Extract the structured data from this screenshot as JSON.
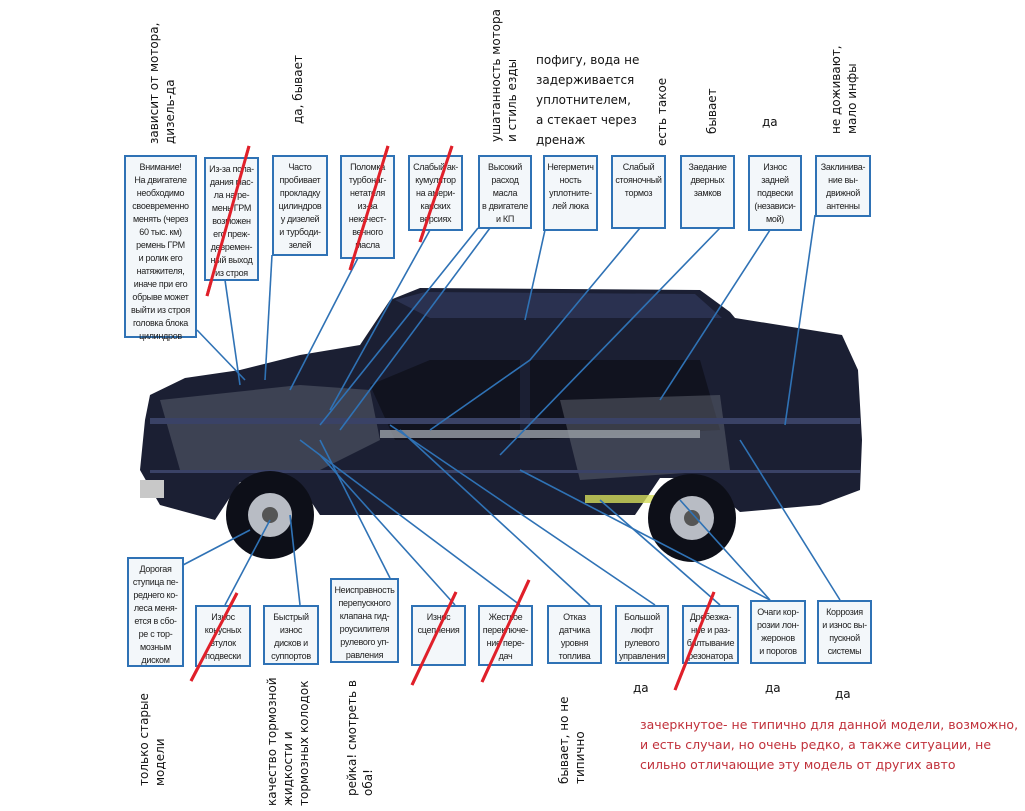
{
  "top_boxes": [
    {
      "text": "Внимание!\nНа двигателе\nнеобходимо\nсвоевременно\nменять (через\n60 тыс. км)\nремень ГРМ\nи ролик его\nнатяжителя,\nиначе при его\nобрыве может\nвыйти из строя\nголовка блока\nцилиндров",
      "struck": false
    },
    {
      "text": "Из-за попа-\nдания мас-\nла на ре-\nмень ГРМ\nвозможен\nего преж-\nдевремен-\nный выход\nиз строя",
      "struck": true
    },
    {
      "text": "Часто\nпробивает\nпрокладку\nцилиндров\nу дизелей\nи турбоди-\nзелей",
      "struck": false
    },
    {
      "text": "Поломка\nтурбонаг-\nнетателя\nиз-за\nнекачест-\nвенного\nмасла",
      "struck": true
    },
    {
      "text": "Слабый ак-\nкумулятор\nна амери-\nканских\nверсиях",
      "struck": true
    },
    {
      "text": "Высокий\nрасход\nмасла\nв двигателе\nи КП",
      "struck": false
    },
    {
      "text": "Негерметич\nность\nуплотните-\nлей люка",
      "struck": false
    },
    {
      "text": "Слабый\nстояночный\nтормоз",
      "struck": false
    },
    {
      "text": "Заедание\nдверных\nзамков",
      "struck": false
    },
    {
      "text": "Износ\nзадней\nподвески\n(независи-\nмой)",
      "struck": false
    },
    {
      "text": "Заклинива-\nние вы-\nдвижной\nантенны",
      "struck": false
    }
  ],
  "bottom_boxes": [
    {
      "text": "Дорогая\nступица пе-\nреднего ко-\nлеса меня-\nется в сбо-\nре с тор-\nмозным\nдиском",
      "struck": false
    },
    {
      "text": "Износ\nконусных\nвтулок\nподвески",
      "struck": true
    },
    {
      "text": "Быстрый\nизнос\nдисков и\nсуппортов",
      "struck": false
    },
    {
      "text": "Неисправность\nперепускного\nклапана гид-\nроусилителя\nрулевого уп-\nравления",
      "struck": false
    },
    {
      "text": "Износ\nсцепления",
      "struck": true
    },
    {
      "text": "Жесткое\nпереключе-\nние пере-\nдач",
      "struck": true
    },
    {
      "text": "Отказ\nдатчика\nуровня\nтоплива",
      "struck": false
    },
    {
      "text": "Большой\nлюфт\nрулевого\nуправления",
      "struck": false
    },
    {
      "text": "Дребезжа-\nние и раз-\nбалтывание\nрезонатора",
      "struck": true
    },
    {
      "text": "Очаги кор-\nрозии лон-\nжеронов\nи порогов",
      "struck": false
    },
    {
      "text": "Коррозия\nи износ вы-\nпускной\nсистемы",
      "struck": false
    }
  ],
  "notes": {
    "engine_belt": "зависит от мотора,\nдизель-да",
    "head_gasket": "да, бывает",
    "oil_consumption": "ушатанность мотора\nи стиль езды",
    "sunroof": "пофигу, вода не\nзадерживается\nуплотнителем,\nа стекает через\nдренаж",
    "parking_brake": "есть такое",
    "door_locks": "бывает",
    "rear_suspension": "да",
    "antenna": "не доживают,\nмало инфы",
    "front_hub": "только старые\nмодели",
    "brakes": "качество тормозной\nжидкости и\nтормозных колодок",
    "steering_valve": "рейка! смотреть в\nоба!",
    "fuel_sensor": "бывает, но не\nтипично",
    "steering_play": "да",
    "corrosion_sills": "да",
    "exhaust": "да"
  },
  "legend": "зачеркнутое- не типично для данной модели, возможно,  и есть случаи, но очень редко, а также ситуации, не сильно отличающие эту модель от других авто",
  "colors": {
    "box_border": "#2f72b5",
    "strike": "#e0202a",
    "legend": "#c0303a",
    "car_body": "#1b1f33"
  }
}
